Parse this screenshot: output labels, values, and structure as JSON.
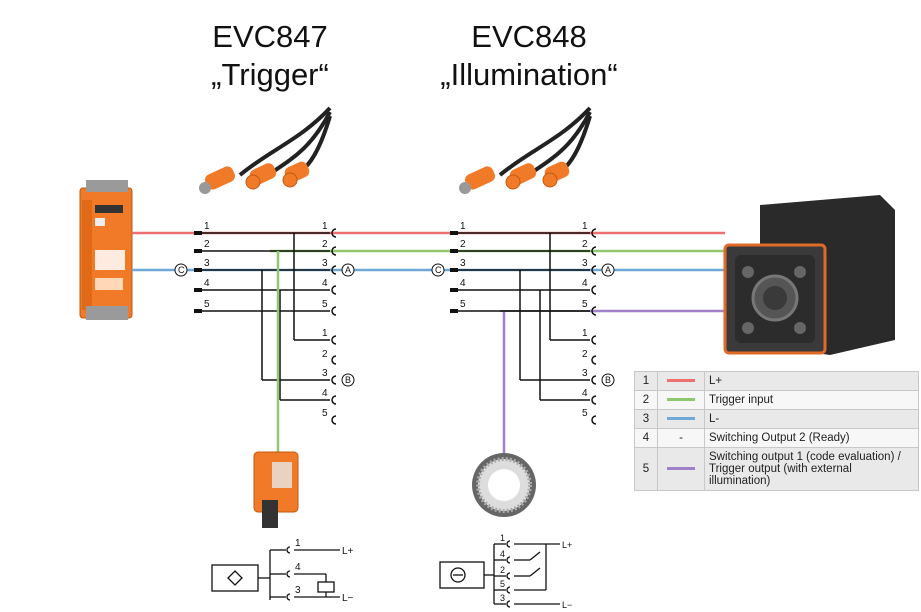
{
  "titles": {
    "left_model": "EVC847",
    "left_role": "„Trigger“",
    "right_model": "EVC848",
    "right_role": "„Illumination“"
  },
  "colors": {
    "wire_1": "#ee7070",
    "wire_2": "#90c870",
    "wire_3": "#70a8d8",
    "wire_5": "#a080c8",
    "orange": "#f07a28"
  },
  "pin_numbers": [
    "1",
    "2",
    "3",
    "4",
    "5"
  ],
  "port_labels": {
    "a": "A",
    "b": "B",
    "c": "C"
  },
  "sensor_schematic": {
    "pins": [
      "1",
      "4",
      "3"
    ],
    "lplus": "L+",
    "lminus": "L−"
  },
  "ring_schematic": {
    "pins": [
      "1",
      "4",
      "2",
      "5",
      "3"
    ],
    "lplus": "L+",
    "lminus": "L−"
  },
  "legend": [
    {
      "num": "1",
      "swatch": "#ee7070",
      "label": "L+"
    },
    {
      "num": "2",
      "swatch": "#90c870",
      "label": "Trigger input"
    },
    {
      "num": "3",
      "swatch": "#70a8d8",
      "label": "L-"
    },
    {
      "num": "4",
      "swatch": "",
      "dash": "-",
      "label": "Switching Output 2 (Ready)"
    },
    {
      "num": "5",
      "swatch": "#a080c8",
      "label": "Switching output 1 (code evaluation) / Trigger output (with external illumination)"
    }
  ],
  "icons": {
    "power_supply": "power-supply-icon",
    "camera": "camera-icon",
    "cable": "y-cable-icon",
    "photo_sensor": "photoelectric-sensor-icon",
    "ring_light": "ring-light-icon"
  }
}
